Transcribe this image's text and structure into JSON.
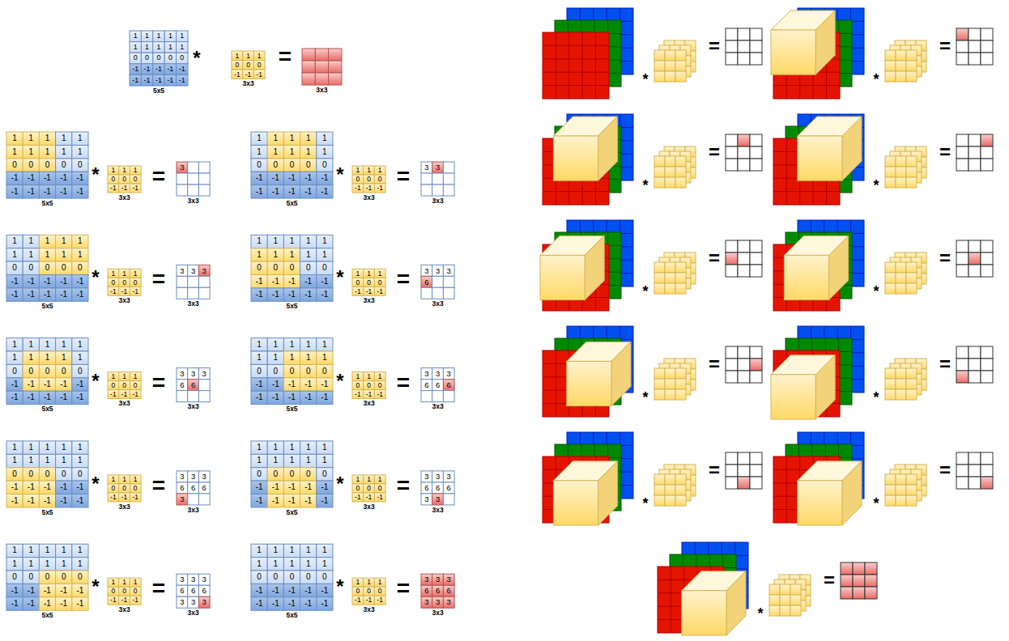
{
  "diagram": {
    "labels": [
      "1",
      "1",
      "1",
      "1",
      "1",
      "1",
      "1",
      "1",
      "1",
      "1",
      "0",
      "0",
      "0",
      "0",
      "0",
      "-1",
      "-1",
      "-1",
      "-1",
      "-1",
      "-1",
      "-1",
      "-1",
      "-1",
      "-1",
      "5x5",
      "*",
      "1",
      "1",
      "1",
      "0",
      "0",
      "0",
      "-1",
      "-1",
      "-1",
      "3x3",
      "=",
      "3x3",
      "1",
      "1",
      "1",
      "1",
      "1",
      "1",
      "1",
      "1",
      "1",
      "1",
      "0",
      "0",
      "0",
      "0",
      "0",
      "-1",
      "-1",
      "-1",
      "-1",
      "-1",
      "-1",
      "-1",
      "-1",
      "-1",
      "-1",
      "5x5",
      "*",
      "1",
      "1",
      "1",
      "0",
      "0",
      "0",
      "-1",
      "-1",
      "-1",
      "3x3",
      "=",
      "3",
      "3x3",
      "1",
      "1",
      "1",
      "1",
      "1",
      "1",
      "1",
      "1",
      "1",
      "1",
      "0",
      "0",
      "0",
      "0",
      "0",
      "-1",
      "-1",
      "-1",
      "-1",
      "-1",
      "-1",
      "-1",
      "-1",
      "-1",
      "-1",
      "5x5",
      "*",
      "1",
      "1",
      "1",
      "0",
      "0",
      "0",
      "-1",
      "-1",
      "-1",
      "3x3",
      "=",
      "3",
      "3",
      "3x3",
      "1",
      "1",
      "1",
      "1",
      "1",
      "1",
      "1",
      "1",
      "1",
      "1",
      "0",
      "0",
      "0",
      "0",
      "0",
      "-1",
      "-1",
      "-1",
      "-1",
      "-1",
      "-1",
      "-1",
      "-1",
      "-1",
      "-1",
      "5x5",
      "*",
      "1",
      "1",
      "1",
      "0",
      "0",
      "0",
      "-1",
      "-1",
      "-1",
      "3x3",
      "=",
      "3",
      "3",
      "3",
      "3x3",
      "1",
      "1",
      "1",
      "1",
      "1",
      "1",
      "1",
      "1",
      "1",
      "1",
      "0",
      "0",
      "0",
      "0",
      "0",
      "-1",
      "-1",
      "-1",
      "-1",
      "-1",
      "-1",
      "-1",
      "-1",
      "-1",
      "-1",
      "5x5",
      "*",
      "1",
      "1",
      "1",
      "0",
      "0",
      "0",
      "-1",
      "-1",
      "-1",
      "3x3",
      "=",
      "3",
      "3",
      "3",
      "6",
      "3x3",
      "1",
      "1",
      "1",
      "1",
      "1",
      "1",
      "1",
      "1",
      "1",
      "1",
      "0",
      "0",
      "0",
      "0",
      "0",
      "-1",
      "-1",
      "-1",
      "-1",
      "-1",
      "-1",
      "-1",
      "-1",
      "-1",
      "-1",
      "5x5",
      "*",
      "1",
      "1",
      "1",
      "0",
      "0",
      "0",
      "-1",
      "-1",
      "-1",
      "3x3",
      "=",
      "3",
      "3",
      "3",
      "6",
      "6",
      "3x3",
      "1",
      "1",
      "1",
      "1",
      "1",
      "1",
      "1",
      "1",
      "1",
      "1",
      "0",
      "0",
      "0",
      "0",
      "0",
      "-1",
      "-1",
      "-1",
      "-1",
      "-1",
      "-1",
      "-1",
      "-1",
      "-1",
      "-1",
      "5x5",
      "*",
      "1",
      "1",
      "1",
      "0",
      "0",
      "0",
      "-1",
      "-1",
      "-1",
      "3x3",
      "=",
      "3",
      "3",
      "3",
      "6",
      "6",
      "6",
      "3x3",
      "1",
      "1",
      "1",
      "1",
      "1",
      "1",
      "1",
      "1",
      "1",
      "1",
      "0",
      "0",
      "0",
      "0",
      "0",
      "-1",
      "-1",
      "-1",
      "-1",
      "-1",
      "-1",
      "-1",
      "-1",
      "-1",
      "-1",
      "5x5",
      "*",
      "1",
      "1",
      "1",
      "0",
      "0",
      "0",
      "-1",
      "-1",
      "-1",
      "3x3",
      "=",
      "3",
      "3",
      "3",
      "6",
      "6",
      "6",
      "3",
      "3x3",
      "1",
      "1",
      "1",
      "1",
      "1",
      "1",
      "1",
      "1",
      "1",
      "1",
      "0",
      "0",
      "0",
      "0",
      "0",
      "-1",
      "-1",
      "-1",
      "-1",
      "-1",
      "-1",
      "-1",
      "-1",
      "-1",
      "-1",
      "5x5",
      "*",
      "1",
      "1",
      "1",
      "0",
      "0",
      "0",
      "-1",
      "-1",
      "-1",
      "3x3",
      "=",
      "3",
      "3",
      "3",
      "6",
      "6",
      "6",
      "3",
      "3",
      "3x3",
      "1",
      "1",
      "1",
      "1",
      "1",
      "1",
      "1",
      "1",
      "1",
      "1",
      "0",
      "0",
      "0",
      "0",
      "0",
      "-1",
      "-1",
      "-1",
      "-1",
      "-1",
      "-1",
      "-1",
      "-1",
      "-1",
      "-1",
      "5x5",
      "*",
      "1",
      "1",
      "1",
      "0",
      "0",
      "0",
      "-1",
      "-1",
      "-1",
      "3x3",
      "=",
      "3",
      "3",
      "3",
      "6",
      "6",
      "6",
      "3",
      "3",
      "3",
      "3x3",
      "1",
      "1",
      "1",
      "1",
      "1",
      "1",
      "1",
      "1",
      "1",
      "1",
      "0",
      "0",
      "0",
      "0",
      "0",
      "-1",
      "-1",
      "-1",
      "-1",
      "-1",
      "-1",
      "-1",
      "-1",
      "-1",
      "-1",
      "5x5",
      "*",
      "1",
      "1",
      "1",
      "0",
      "0",
      "0",
      "-1",
      "-1",
      "-1",
      "3x3",
      "=",
      "3",
      "3",
      "3",
      "6",
      "6",
      "6",
      "3",
      "3",
      "3",
      "3x3",
      "*",
      "=",
      "*",
      "=",
      "*",
      "=",
      "*",
      "=",
      "*",
      "=",
      "*",
      "=",
      "*",
      "=",
      "*",
      "=",
      "*",
      "=",
      "*",
      "=",
      "*",
      "=",
      "*",
      "="
    ]
  }
}
